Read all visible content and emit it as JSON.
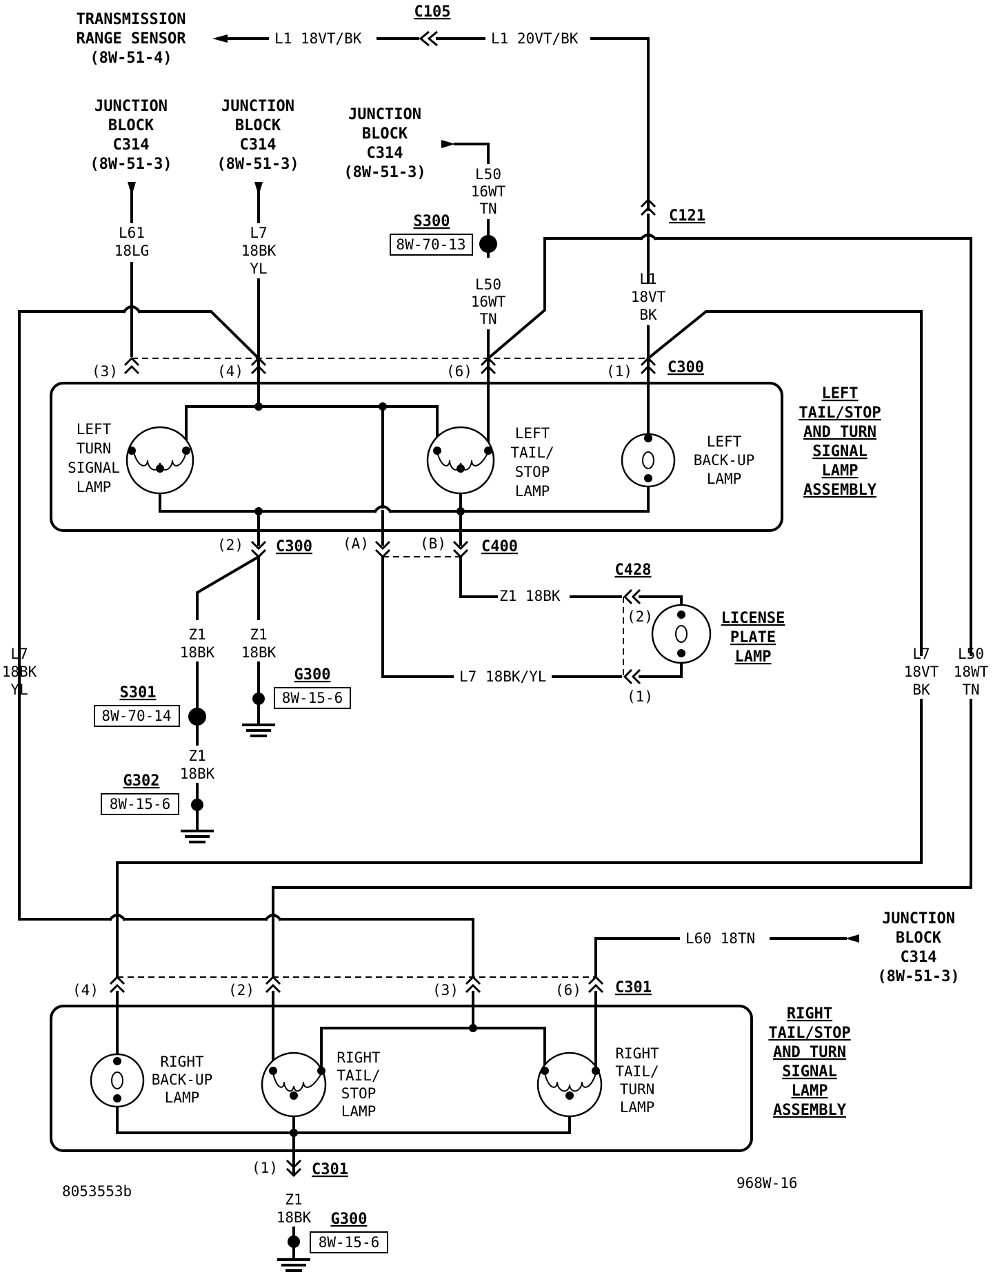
{
  "header": {
    "trs_line1": "TRANSMISSION",
    "trs_line2": "RANGE SENSOR",
    "trs_ref": "(8W-51-4)",
    "wire_l1_18": "L1 18VT/BK",
    "c105": "C105",
    "wire_l1_20": "L1 20VT/BK"
  },
  "junction_blocks": {
    "line1": "JUNCTION",
    "line2": "BLOCK",
    "conn": "C314",
    "ref": "(8W-51-3)"
  },
  "wires": {
    "l61_a": "L61",
    "l61_b": "18LG",
    "l7_a": "L7",
    "l7_b": "18BK",
    "l7_c": "YL",
    "l50_a": "L50",
    "l50_b": "16WT",
    "l50_c": "TN",
    "l1_a": "L1",
    "l1_b": "18VT",
    "l1_c": "BK",
    "z1_a": "Z1",
    "z1_b": "18BK",
    "z1_18bk": "Z1 18BK",
    "l7_18bkyl": "L7 18BK/YL",
    "l7_vt": "18VT",
    "l7_bk": "BK",
    "l50_wt": "18WT",
    "l50_tn": "TN",
    "l60": "L60 18TN"
  },
  "splices": {
    "s300": "S300",
    "s300_ref": "8W-70-13",
    "s301": "S301",
    "s301_ref": "8W-70-14",
    "g300": "G300",
    "g300_ref": "8W-15-6",
    "g302": "G302",
    "g302_ref": "8W-15-6"
  },
  "connectors": {
    "c121": "C121",
    "c300": "C300",
    "c400": "C400",
    "c428": "C428",
    "c301": "C301",
    "pin1": "(1)",
    "pin2": "(2)",
    "pin3": "(3)",
    "pin4": "(4)",
    "pin6": "(6)",
    "pinA": "(A)",
    "pinB": "(B)"
  },
  "left_assembly": {
    "title1": "LEFT",
    "title2": "TAIL/STOP",
    "title3": "AND TURN",
    "title4": "SIGNAL",
    "title5": "LAMP",
    "title6": "ASSEMBLY",
    "turn1": "LEFT",
    "turn2": "TURN",
    "turn3": "SIGNAL",
    "turn4": "LAMP",
    "tail1": "LEFT",
    "tail2": "TAIL/",
    "tail3": "STOP",
    "tail4": "LAMP",
    "backup1": "LEFT",
    "backup2": "BACK-UP",
    "backup3": "LAMP"
  },
  "license": {
    "l1": "LICENSE",
    "l2": "PLATE",
    "l3": "LAMP"
  },
  "right_assembly": {
    "title1": "RIGHT",
    "title2": "TAIL/STOP",
    "title3": "AND TURN",
    "title4": "SIGNAL",
    "title5": "LAMP",
    "title6": "ASSEMBLY",
    "backup1": "RIGHT",
    "backup2": "BACK-UP",
    "backup3": "LAMP",
    "tail1": "RIGHT",
    "tail2": "TAIL/",
    "tail3": "STOP",
    "tail4": "LAMP",
    "turn1": "RIGHT",
    "turn2": "TAIL/",
    "turn3": "TURN",
    "turn4": "LAMP"
  },
  "footer": {
    "doc_id": "8053553b",
    "page_id": "968W-16"
  }
}
